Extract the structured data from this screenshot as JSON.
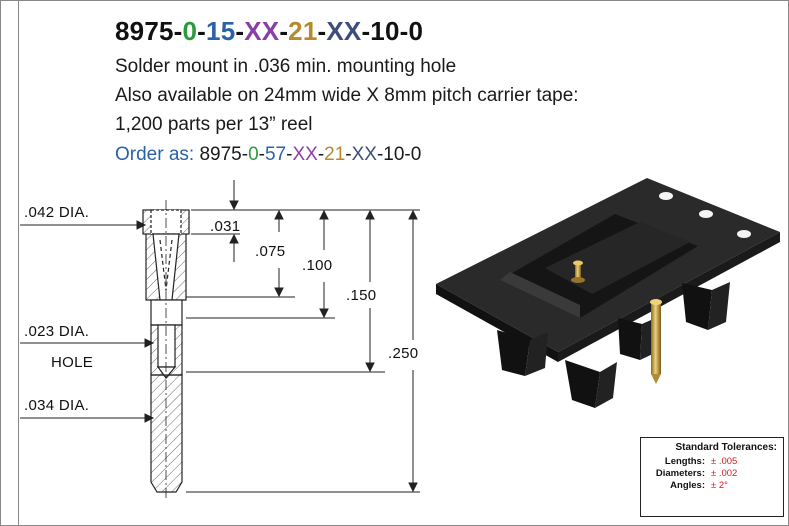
{
  "title": {
    "parts": [
      {
        "text": "8975-",
        "color": "#111111"
      },
      {
        "text": "0",
        "color": "#2a9a3a"
      },
      {
        "text": "-",
        "color": "#111111"
      },
      {
        "text": "15",
        "color": "#2a62a8"
      },
      {
        "text": "-",
        "color": "#111111"
      },
      {
        "text": "XX",
        "color": "#8a3fa6"
      },
      {
        "text": "-",
        "color": "#111111"
      },
      {
        "text": "21",
        "color": "#b48a2a"
      },
      {
        "text": "-",
        "color": "#111111"
      },
      {
        "text": "XX",
        "color": "#3c4f7a"
      },
      {
        "text": "-10-0",
        "color": "#111111"
      }
    ]
  },
  "description": {
    "line1": "Solder mount in .036 min. mounting hole",
    "line2": "Also available on 24mm wide X 8mm pitch carrier tape:",
    "line3": "1,200 parts per 13” reel"
  },
  "order": {
    "prefix": "Order as:",
    "p1": " 8975-",
    "p2": "0",
    "p3": "-",
    "p4": "57",
    "p5": "-",
    "p6": "XX",
    "p7": "-",
    "p8": "21",
    "p9": "-",
    "p10": "XX",
    "p11": "-10-0"
  },
  "dimensions": {
    "dia_042": ".042  DIA.",
    "dia_023": ".023  DIA.",
    "hole": "HOLE",
    "dia_034": ".034  DIA.",
    "d031": ".031",
    "d075": ".075",
    "d100": ".100",
    "d150": ".150",
    "d250": ".250"
  },
  "tolerances": {
    "header": "Standard Tolerances:",
    "lengths_label": "Lengths:",
    "lengths_value": "± .005",
    "diameters_label": "Diameters:",
    "diameters_value": "± .002",
    "angles_label": "Angles:",
    "angles_value": "± 2°"
  },
  "colors": {
    "green": "#2a9a3a",
    "blue": "#2a62a8",
    "purple": "#8a3fa6",
    "olive": "#b48a2a",
    "slate": "#3c4f7a",
    "tolerance_red": "#d21c1c",
    "carrier_black": "#1c1c1c",
    "pin_gold": "#c9a24a"
  }
}
